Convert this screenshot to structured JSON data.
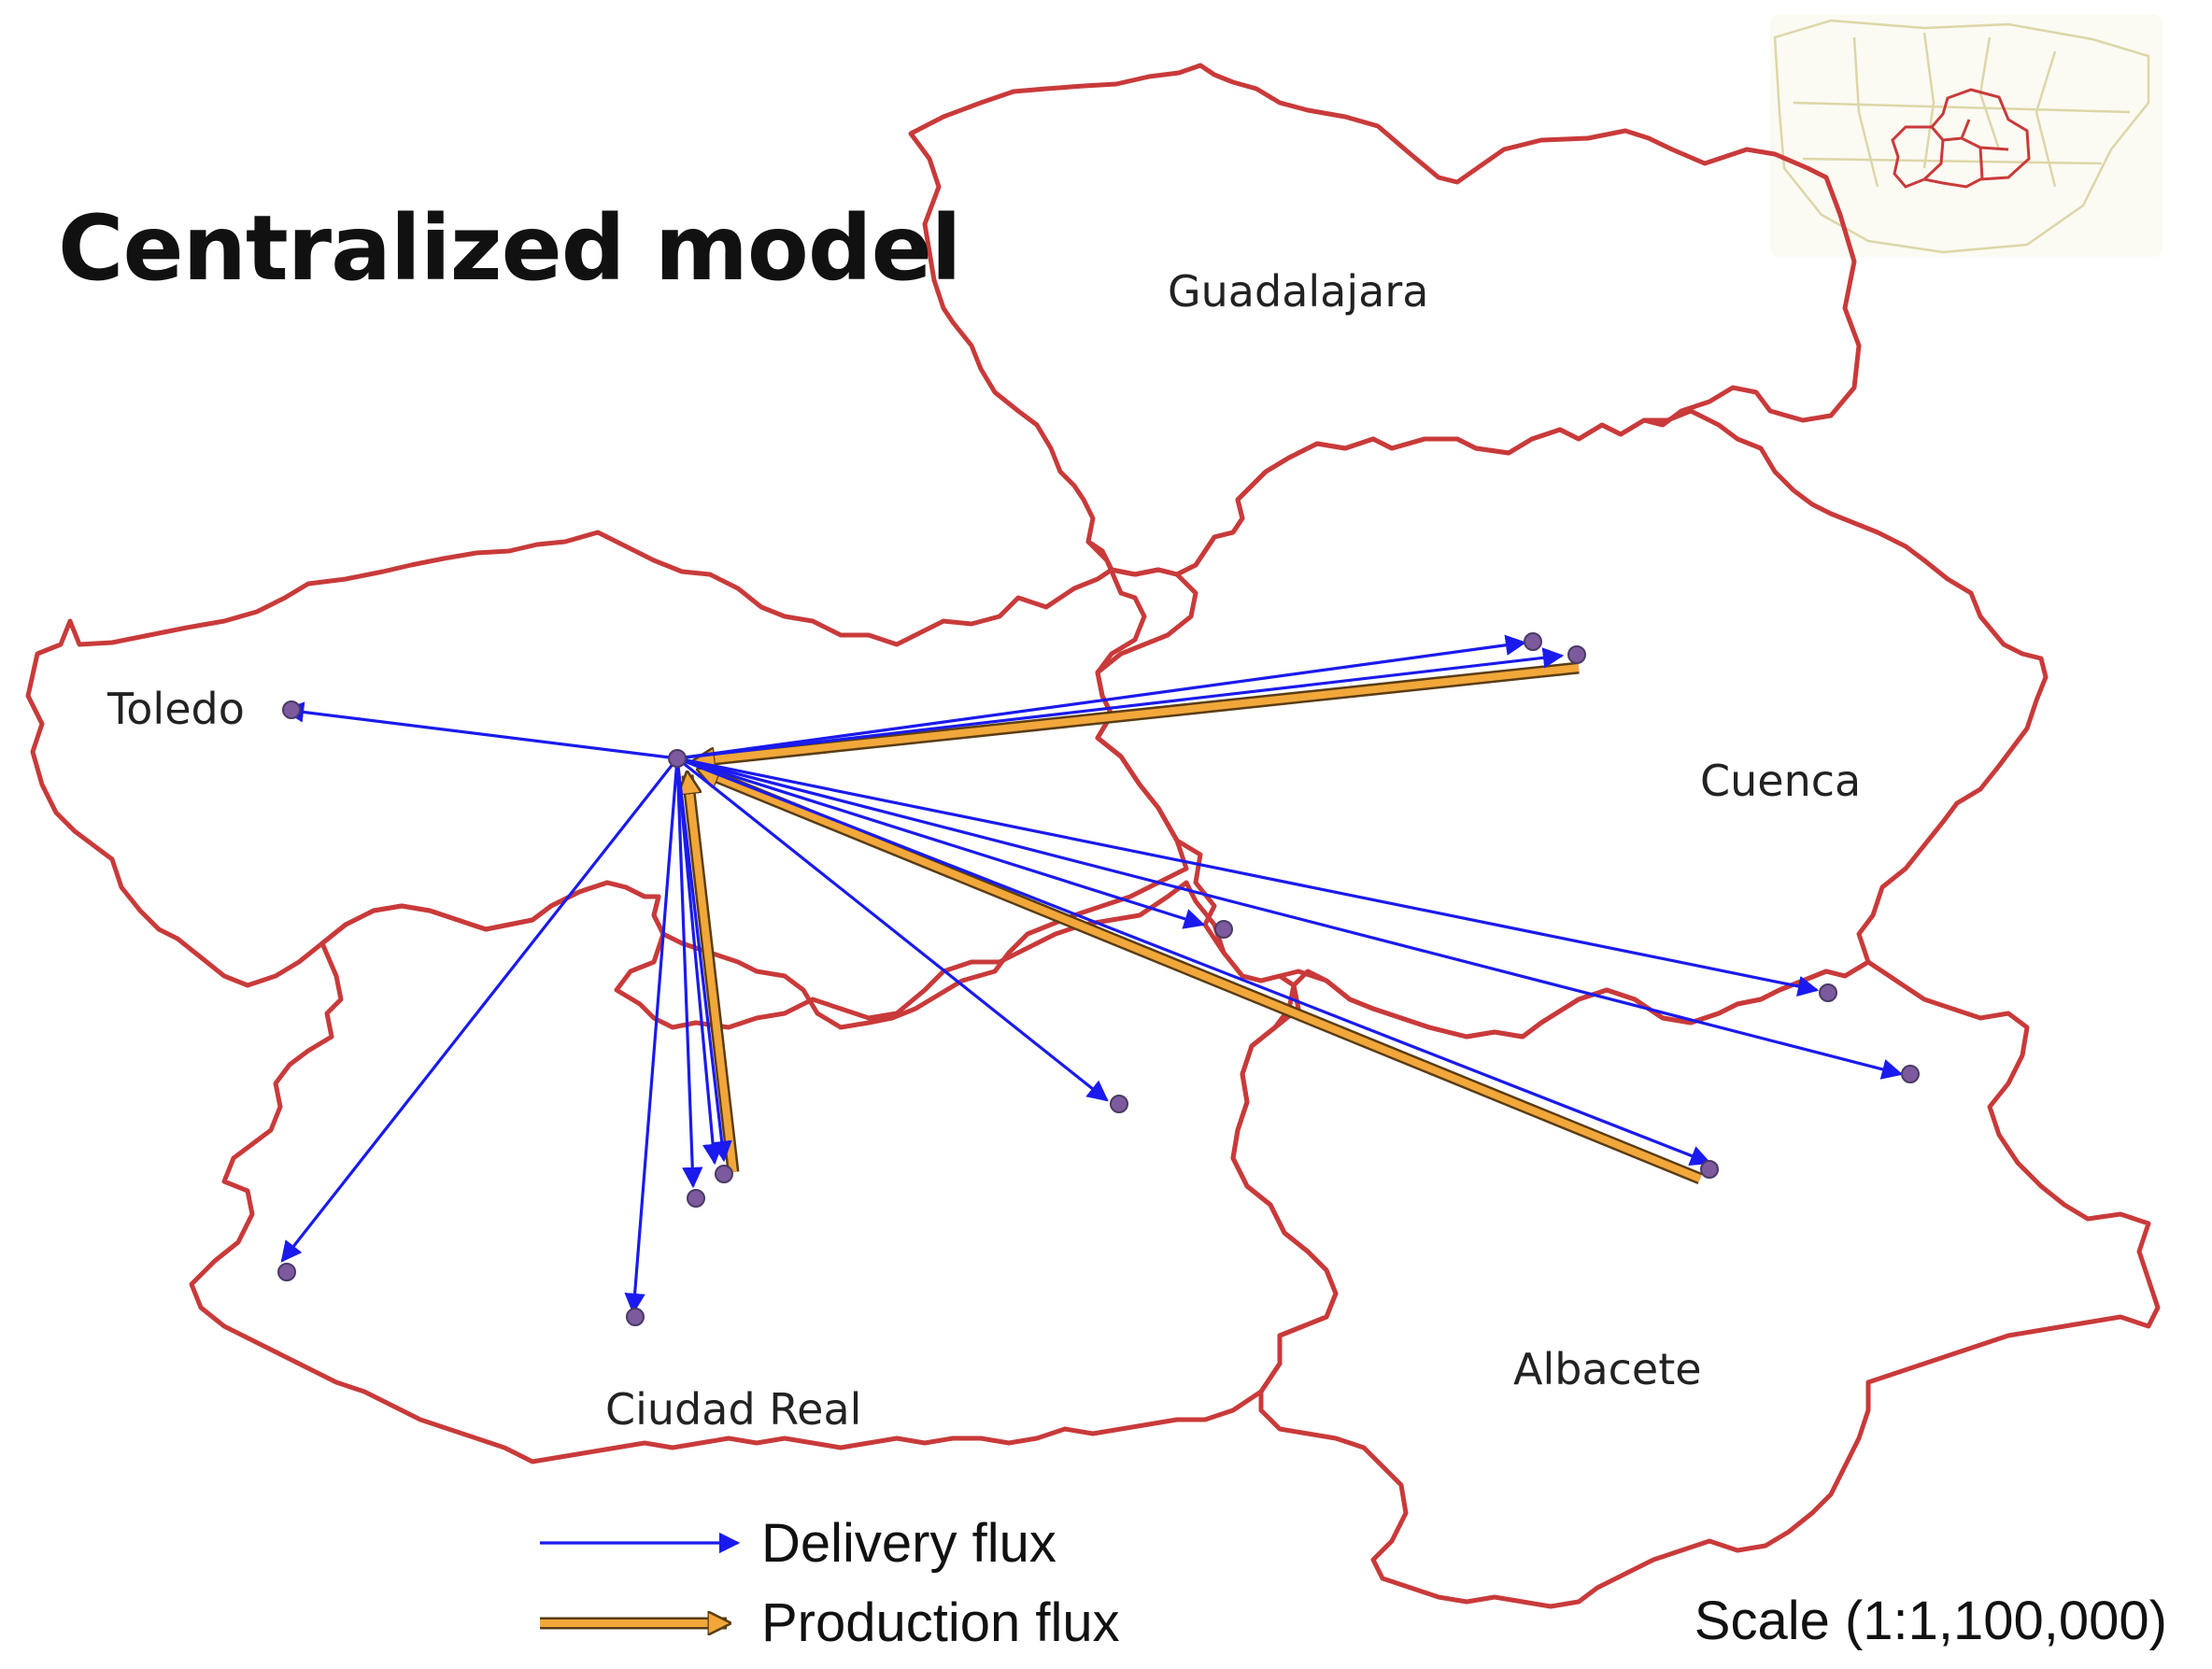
{
  "title": "Centralized model",
  "regions": [
    {
      "name": "Guadalajara"
    },
    {
      "name": "Toledo"
    },
    {
      "name": "Cuenca"
    },
    {
      "name": "Ciudad Real"
    },
    {
      "name": "Albacete"
    }
  ],
  "legend": {
    "delivery_label": "Delivery flux",
    "production_label": "Production flux"
  },
  "scale_text": "Scale (1:1,100,000)",
  "colors": {
    "region_border": "#c93a3a",
    "delivery": "#1a1aee",
    "production": "#f2a73a",
    "node": "#7d5a9e"
  },
  "flux": {
    "hub": "central plant",
    "delivery_destinations": 13,
    "production_sources": 3
  }
}
